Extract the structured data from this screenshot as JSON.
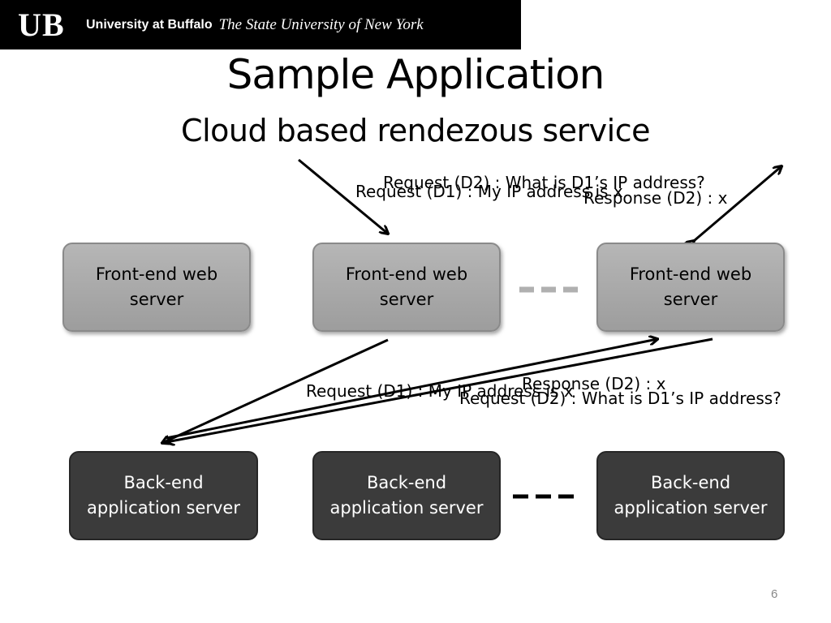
{
  "header": {
    "logo": "UB",
    "institution": "University at Buffalo",
    "tagline": "The State University of New York"
  },
  "title": "Sample Application",
  "subtitle": "Cloud based rendezous service",
  "front_end_servers": [
    {
      "label": "Front-end web server"
    },
    {
      "label": "Front-end web server"
    },
    {
      "label": "Front-end web server"
    }
  ],
  "back_end_servers": [
    {
      "label": "Back-end application server"
    },
    {
      "label": "Back-end application server"
    },
    {
      "label": "Back-end application server"
    }
  ],
  "top_messages": {
    "request_d2": "Request (D2) : What is D1’s IP address?",
    "request_d1": "Request (D1) : My IP address is x",
    "response_d2": "Response (D2) : x"
  },
  "middle_messages": {
    "request_d1": "Request (D1) : My IP address is x",
    "response_d2": "Response (D2) : x",
    "request_d2": "Request (D2) : What is D1’s IP address?"
  },
  "ellipsis": "- - -",
  "page_number": "6"
}
